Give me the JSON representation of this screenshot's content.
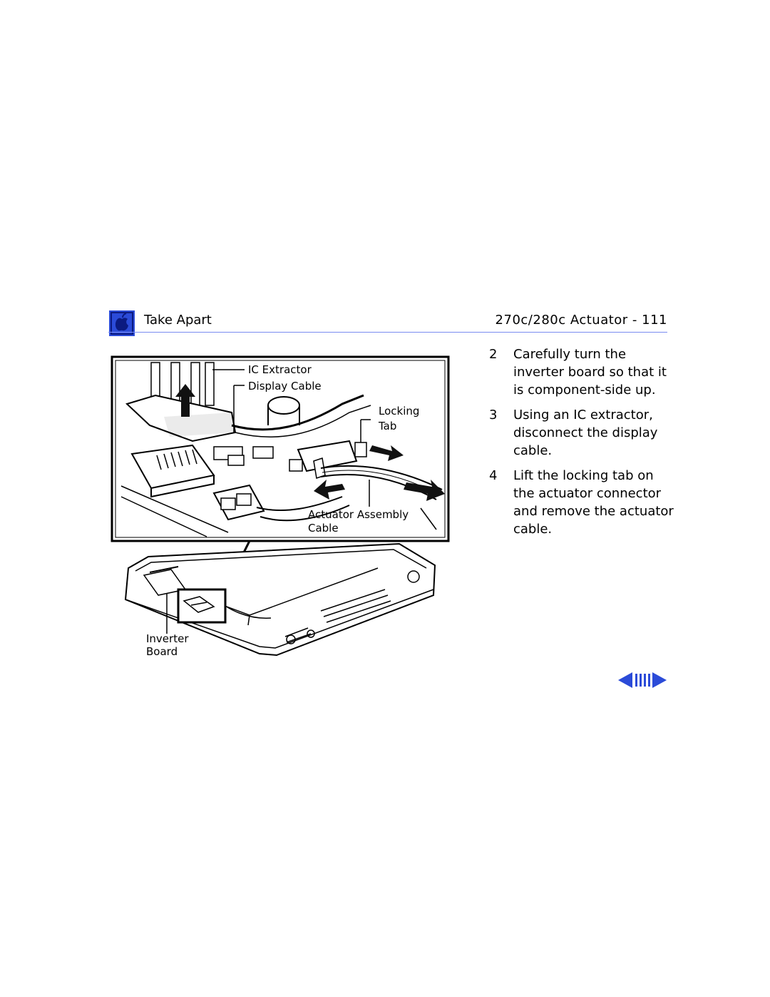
{
  "header": {
    "section": "Take Apart",
    "page_title": "270c/280c Actuator - 111"
  },
  "figure": {
    "labels": {
      "ic_extractor": "IC Extractor",
      "display_cable": "Display Cable",
      "locking": "Locking",
      "tab": "Tab",
      "actuator_assembly": "Actuator Assembly",
      "cable": "Cable",
      "inverter": "Inverter",
      "board": "Board"
    }
  },
  "steps": [
    {
      "num": "2",
      "text": "Carefully turn the inverter board so that it is component-side up."
    },
    {
      "num": "3",
      "text": "Using an IC extractor, disconnect the display cable."
    },
    {
      "num": "4",
      "text": "Lift the locking tab on the actuator connector and remove the actuator cable."
    }
  ],
  "colors": {
    "accent": "#2b4bd8",
    "rule": "#7a8cf0"
  },
  "icons": {
    "header": "apple-logo-icon",
    "nav_prev": "prev-arrow-icon",
    "nav_next": "next-arrow-icon"
  }
}
